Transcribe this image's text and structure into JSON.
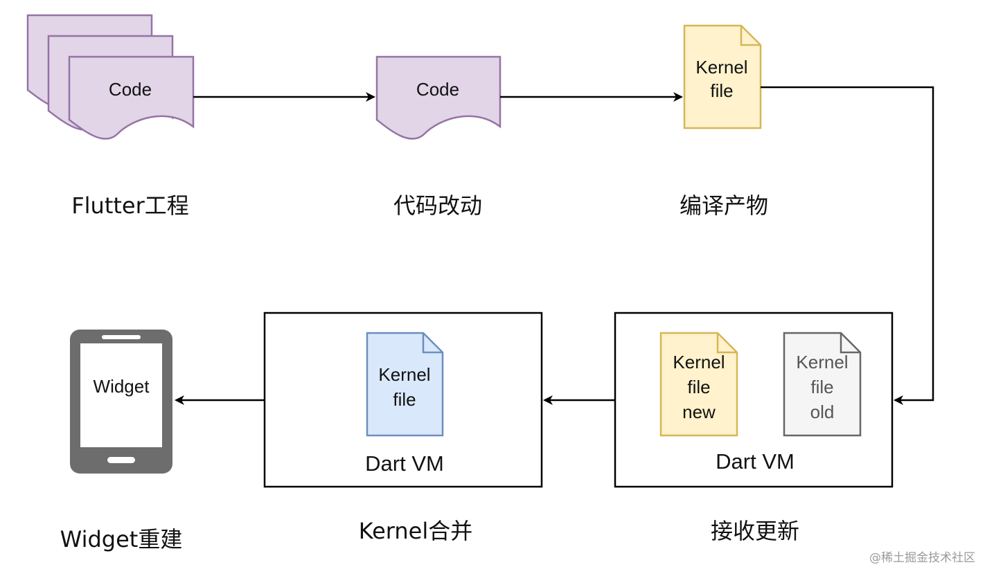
{
  "nodes": {
    "project_code": "Code",
    "changed_code": "Code",
    "kernel_file": [
      "Kernel",
      "file"
    ],
    "kernel_new": [
      "Kernel",
      "file",
      "new"
    ],
    "kernel_old": [
      "Kernel",
      "file",
      "old"
    ],
    "kernel_merged": [
      "Kernel",
      "file"
    ],
    "dart_vm_receive": "Dart VM",
    "dart_vm_merge": "Dart VM",
    "phone_screen": "Widget"
  },
  "labels": {
    "flutter_project": "Flutter工程",
    "code_change": "代码改动",
    "compile_output": "编译产物",
    "receive_update": "接收更新",
    "kernel_merge": "Kernel合并",
    "widget_rebuild": "Widget重建"
  },
  "watermark": "@稀土掘金技术社区",
  "colors": {
    "code_fill": "#e1d5e7",
    "code_stroke": "#9673a6",
    "kernel_fill": "#fff2cc",
    "kernel_stroke": "#d6b656",
    "old_fill": "#f5f5f5",
    "old_stroke": "#666666",
    "merged_fill": "#dae8fc",
    "merged_stroke": "#6c8ebf",
    "phone": "#6d6d6d"
  }
}
